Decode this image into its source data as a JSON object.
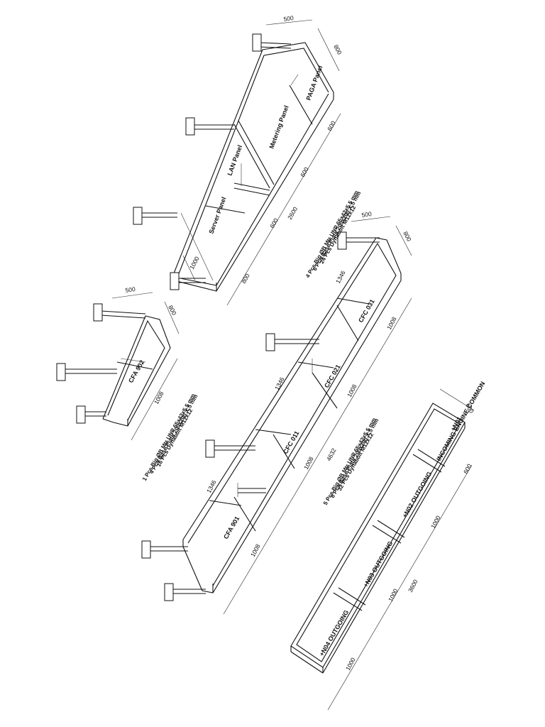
{
  "title": "",
  "frame1": {
    "panels": [
      "Server Panel",
      "LAN Panel",
      "Metering Panel",
      "PAGA Panel"
    ],
    "dims": {
      "width": "500",
      "depth": "800",
      "seg1": "800",
      "seg2": "600",
      "seg3": "600",
      "seg4": "600",
      "height": "1000",
      "total": "2600"
    },
    "notes": [
      "4 Pcs Big ØB Mtr UNP 65x42x5.5 mm",
      "6 Pcs Base Plate 200x200 X 5 mm",
      "24 Pcs Dynabolt M12x12"
    ]
  },
  "frame2": {
    "panels": [
      "CFA 902"
    ],
    "dims": {
      "width": "500",
      "depth": "800",
      "length": "1008"
    },
    "notes": [
      "1 Pcs Big ØB Mtr UNP 65x42x5.5 mm",
      "4 Pcs Base Plate 200x200 X 5 mm",
      "16 Pcs Dynabolt M12x12"
    ]
  },
  "frame3": {
    "panels": [
      "CFA 901",
      "CFC 011",
      "CFC 021",
      "CFC 031"
    ],
    "dims": {
      "width": "500",
      "depth": "800",
      "seg1": "1008",
      "seg2": "1008",
      "seg3": "1008",
      "seg4": "1008",
      "height_a": "1346",
      "height_b": "1346",
      "height_c": "1346",
      "total": "4632"
    },
    "notes": [
      "5 Pcs Big ØB Mtr UNP 65x42x5.5 mm",
      "8 Pcs Base Plate 200x200 X 5 mm",
      "32 Pcs Dynabolt M12x12"
    ]
  },
  "frame4": {
    "panels": [
      "INCOMING ENGINE COMMON",
      "+N02 OUTGOING",
      "+N03 OUTGOING",
      "+N04 OUTGOING"
    ],
    "panel_tag": "+N01",
    "dims": {
      "width": "600",
      "depth": "600",
      "seg1": "600",
      "seg2": "1000",
      "seg3": "1000",
      "seg4": "1000",
      "total": "3600"
    }
  }
}
